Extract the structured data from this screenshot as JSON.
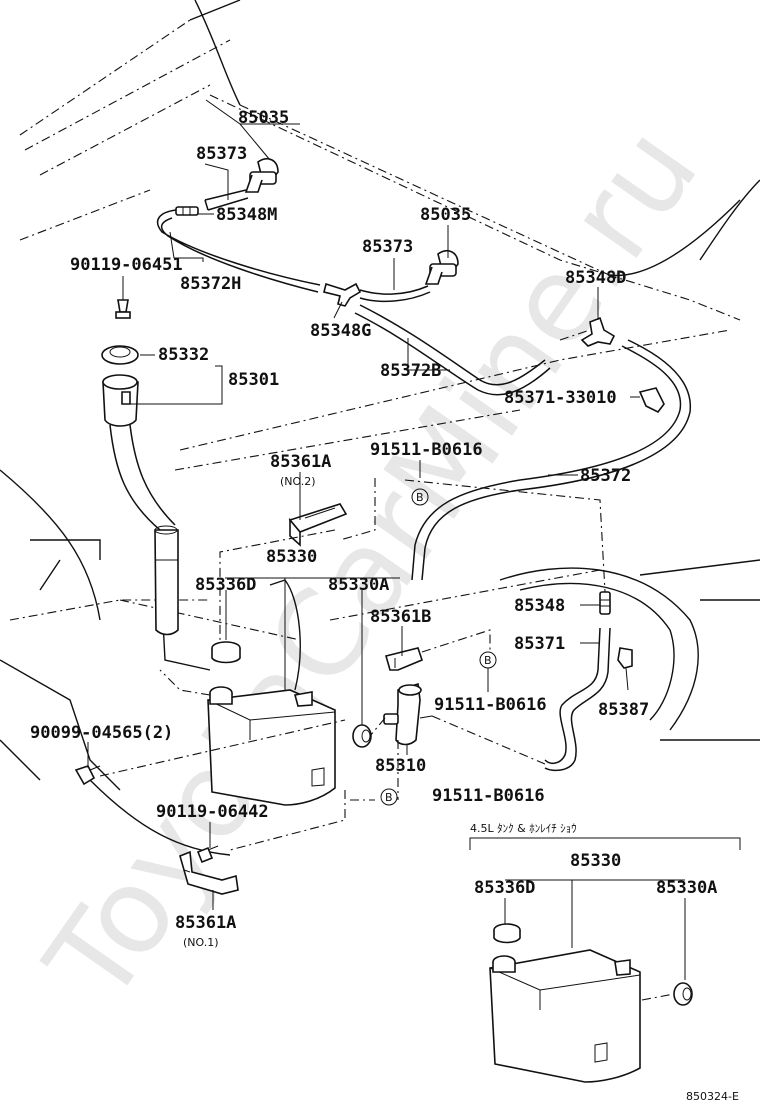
{
  "watermark": "ToyotaCarMine.ru",
  "figure_code": "850324-E",
  "labels": {
    "p85035_a": "85035",
    "p85373_a": "85373",
    "p85348m": "85348M",
    "p90119_06451": "90119-06451",
    "p85372h": "85372H",
    "p85035_b": "85035",
    "p85373_b": "85373",
    "p85348d": "85348D",
    "p85348g": "85348G",
    "p85332": "85332",
    "p85301": "85301",
    "p85372b": "85372B",
    "p85371_33010": "85371-33010",
    "p91511_b0616_a": "91511-B0616",
    "p85372": "85372",
    "p85361a_top": "85361A",
    "p85361a_top_note": "(NO.2)",
    "p85330": "85330",
    "p85336d": "85336D",
    "p85330a": "85330A",
    "p85348": "85348",
    "p85361b": "85361B",
    "p85371": "85371",
    "p91511_b0616_b": "91511-B0616",
    "p85387": "85387",
    "p90099_04565": "90099-04565(2)",
    "p85310": "85310",
    "p91511_b0616_c": "91511-B0616",
    "p90119_06442": "90119-06442",
    "p85361a_bot": "85361A",
    "p85361a_bot_note": "(NO.1)",
    "inset_title": "4.5L ﾀﾝｸ & ﾎﾝﾚｲﾁ ｼｮｳ",
    "inset_85330": "85330",
    "inset_85336d": "85336D",
    "inset_85330a": "85330A",
    "marker_b": "B"
  }
}
